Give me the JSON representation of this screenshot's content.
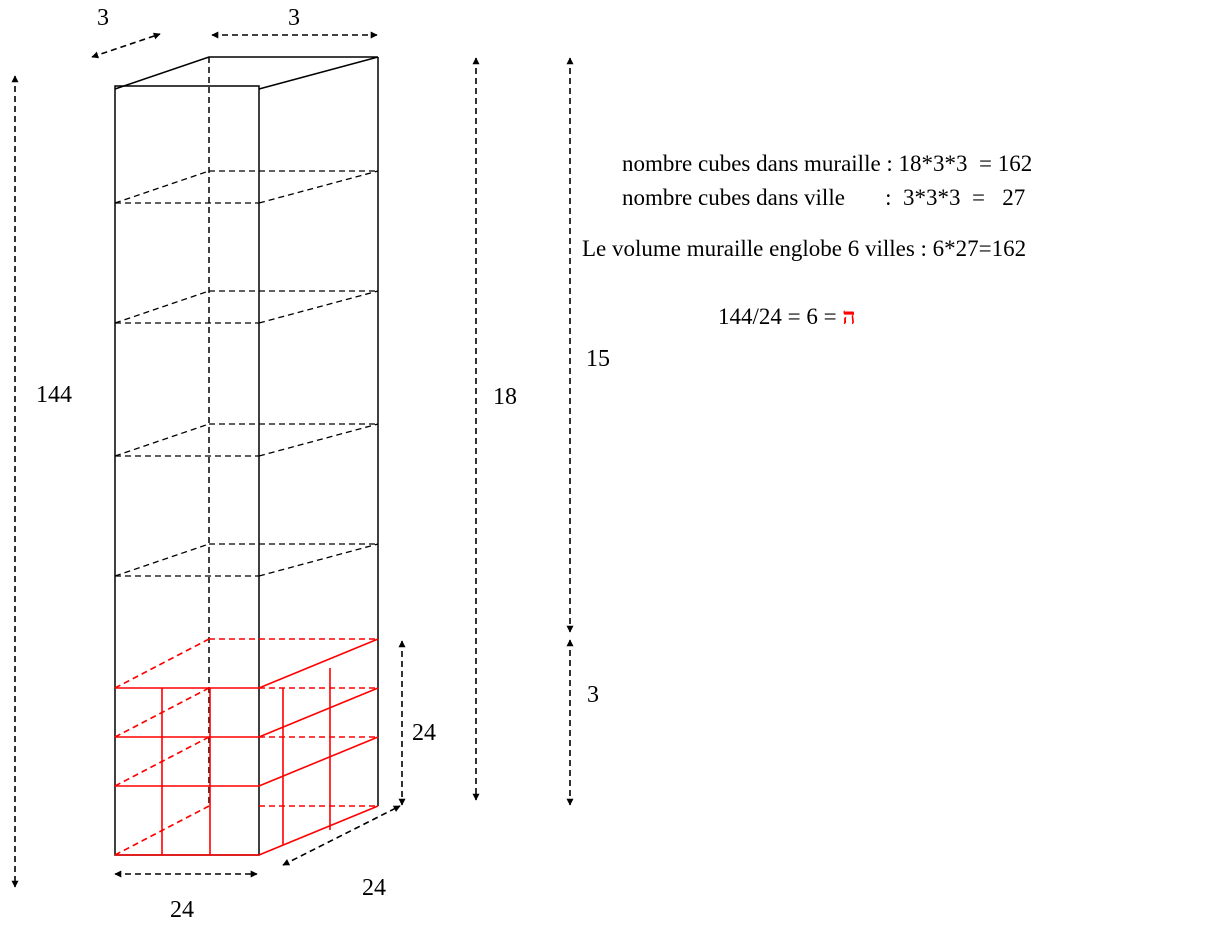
{
  "labels": {
    "top_depth": "3",
    "top_width": "3",
    "height_144": "144",
    "height_18": "18",
    "height_15": "15",
    "height_3": "3",
    "city_height": "24",
    "bottom_width": "24",
    "bottom_depth": "24"
  },
  "text": {
    "line1": "nombre cubes dans muraille : 18*3*3  = 162",
    "line2": "nombre cubes dans ville       :  3*3*3  =   27",
    "line3": "Le volume muraille englobe 6 villes : 6*27=162",
    "line4_prefix": "144/24 = 6 = ",
    "line4_symbol": "ה"
  },
  "colors": {
    "outline": "#000000",
    "city": "#ff0000"
  }
}
